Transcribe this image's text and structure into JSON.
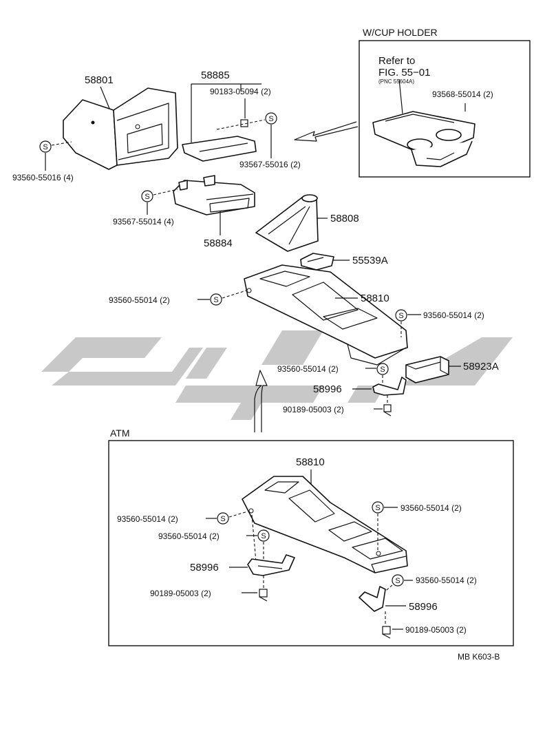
{
  "callouts": {
    "cup_holder_title": "W/CUP HOLDER",
    "refer_to": "Refer to",
    "fig_ref": "FIG. 55−01",
    "pnc_ref": "(PNC 55604A)",
    "p93568_55014": "93568-55014 (2)",
    "p58801": "58801",
    "p58885": "58885",
    "p90183_05094": "90183-05094 (2)",
    "p93567_55016": "93567-55016 (2)",
    "p93560_55016": "93560-55016 (4)",
    "p93567_55014": "93567-55014 (4)",
    "p58884": "58884",
    "p58808": "58808",
    "p55539A": "55539A",
    "p93560_55014_a": "93560-55014 (2)",
    "p58810_a": "58810",
    "p93560_55014_b": "93560-55014 (2)",
    "p93560_55014_c": "93560-55014 (2)",
    "p58923A": "58923A",
    "p58996_a": "58996",
    "p90189_05003_a": "90189-05003 (2)",
    "atm_title": "ATM",
    "p58810_b": "58810",
    "p93560_55014_d": "93560-55014 (2)",
    "p93560_55014_e": "93560-55014 (2)",
    "p93560_55014_f": "93560-55014 (2)",
    "p58996_b": "58996",
    "p90189_05003_b": "90189-05003 (2)",
    "p93560_55014_g": "93560-55014 (2)",
    "p58996_c": "58996",
    "p90189_05003_c": "90189-05003 (2)",
    "figure_code": "MB K603-B",
    "seal_letter": "S"
  },
  "colors": {
    "ink": "#111111",
    "watermark": "#c8c8c8",
    "paper": "#ffffff"
  },
  "icons": [
    "seal-s-icon",
    "arrow-icon",
    "watermark-logo"
  ]
}
